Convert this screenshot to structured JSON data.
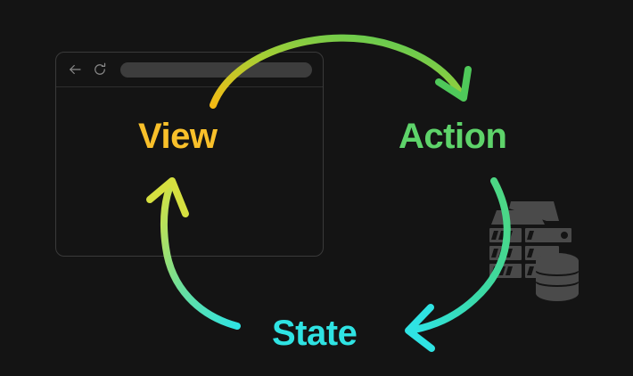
{
  "diagram": {
    "title": "View Action State cycle",
    "background_color": "#141414",
    "nodes": [
      {
        "id": "view",
        "label": "View",
        "color": "#f9c02a"
      },
      {
        "id": "action",
        "label": "Action",
        "color": "#5ed36a"
      },
      {
        "id": "state",
        "label": "State",
        "color": "#2fe3e3"
      }
    ],
    "edges": [
      {
        "from": "view",
        "to": "action",
        "start_color": "#f5c518",
        "end_color": "#4fc95a",
        "direction": "clockwise-top"
      },
      {
        "from": "action",
        "to": "state",
        "start_color": "#4fd77f",
        "end_color": "#2fe3e3",
        "direction": "clockwise-right"
      },
      {
        "from": "state",
        "to": "view",
        "start_color": "#2fe3e3",
        "end_color": "#d6e040",
        "direction": "clockwise-left"
      }
    ]
  },
  "browser": {
    "back_icon": "back-arrow-icon",
    "reload_icon": "reload-icon",
    "address_bar_value": "",
    "address_bar_placeholder": "",
    "chrome_border_color": "#3a3a3a",
    "address_bar_color": "#3d3d3d"
  },
  "icons": {
    "server_rack": "server-rack-icon",
    "database": "database-icon",
    "icon_color": "#4a4a4a"
  }
}
